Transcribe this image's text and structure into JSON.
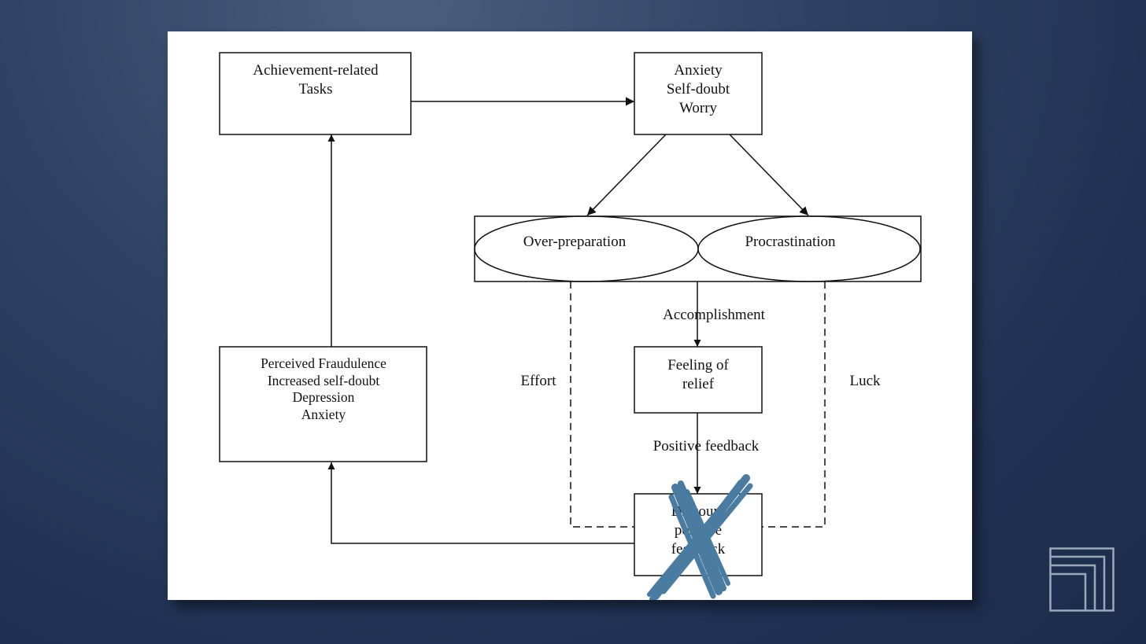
{
  "diagram": {
    "nodes": {
      "tasks": {
        "lines": [
          "Achievement-related",
          "Tasks"
        ]
      },
      "anxiety": {
        "lines": [
          "Anxiety",
          "Self-doubt",
          "Worry"
        ]
      },
      "overprep": {
        "label": "Over-preparation"
      },
      "procrast": {
        "label": "Procrastination"
      },
      "relief": {
        "lines": [
          "Feeling of",
          "relief"
        ]
      },
      "discount": {
        "lines": [
          "Discount",
          "positive",
          "feedback"
        ]
      },
      "fraud": {
        "lines": [
          "Perceived Fraudulence",
          "Increased self-doubt",
          "Depression",
          "Anxiety"
        ]
      }
    },
    "edge_labels": {
      "accomplishment": "Accomplishment",
      "positive_feedback": "Positive feedback",
      "effort": "Effort",
      "luck": "Luck"
    }
  },
  "colors": {
    "background": "#24385a",
    "card": "#ffffff",
    "x_mark": "#4a7ba0",
    "logo": "#9aa8ba"
  },
  "icons": {
    "overlay": "cross-out-x-icon",
    "logo": "brand-logo-icon"
  }
}
